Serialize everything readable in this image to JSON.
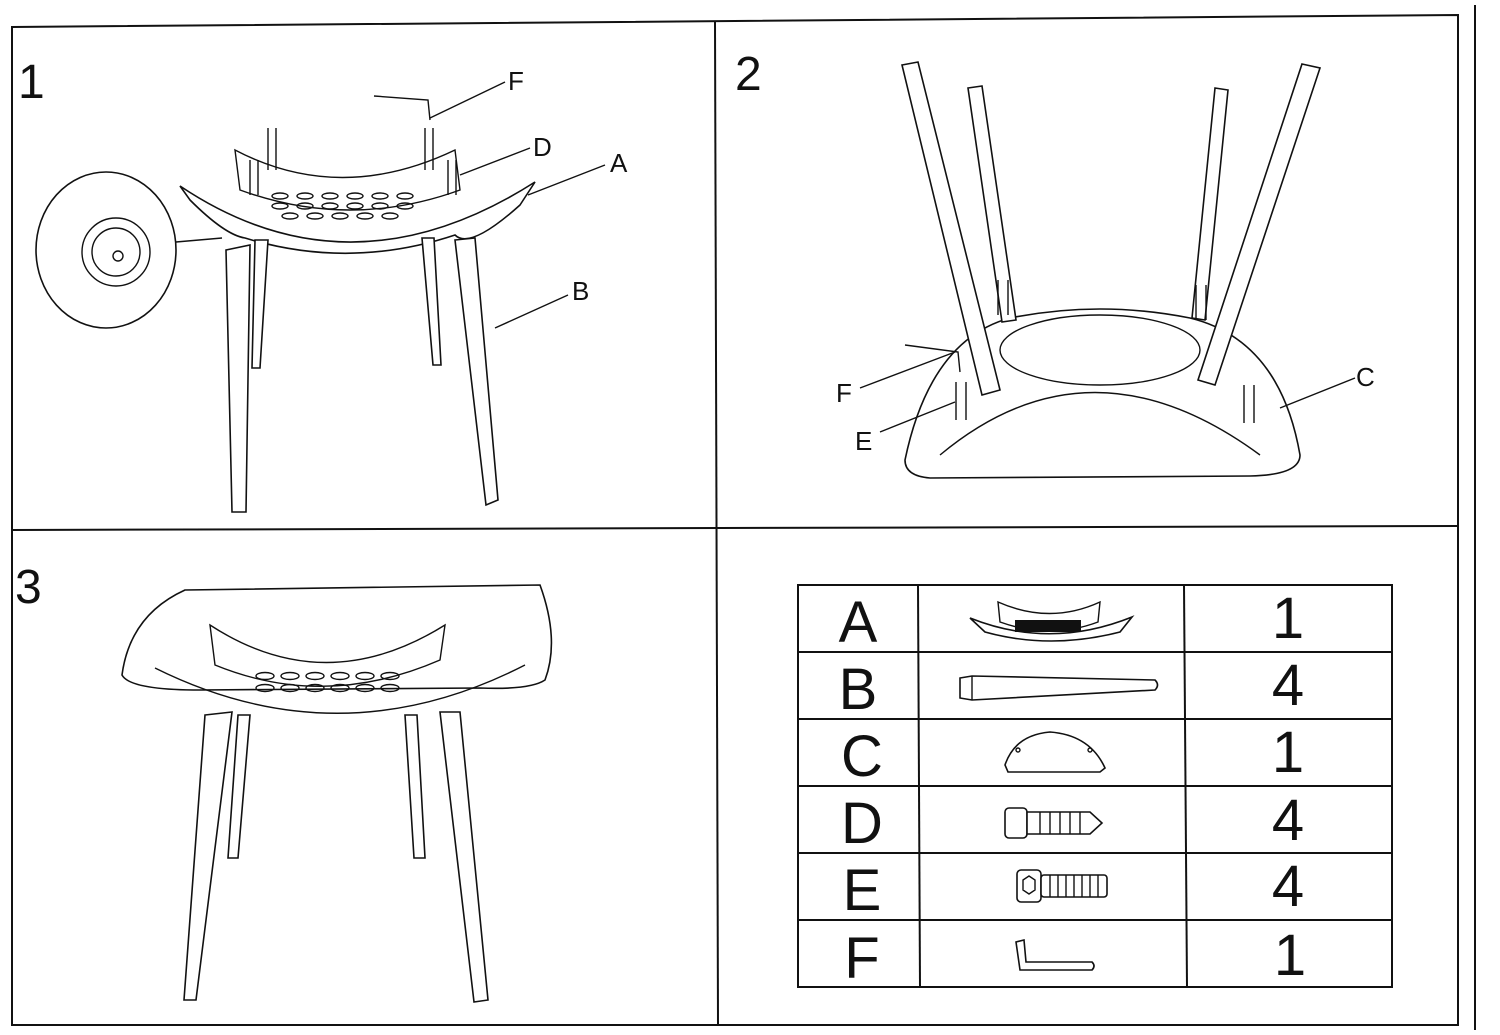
{
  "steps": [
    {
      "number": "1",
      "callouts": [
        "F",
        "D",
        "A",
        "B"
      ]
    },
    {
      "number": "2",
      "callouts": [
        "F",
        "E",
        "C"
      ]
    },
    {
      "number": "3",
      "callouts": []
    }
  ],
  "parts_table": {
    "rows": [
      {
        "letter": "A",
        "part": "seat-frame",
        "qty": "1"
      },
      {
        "letter": "B",
        "part": "leg",
        "qty": "4"
      },
      {
        "letter": "C",
        "part": "seat-panel",
        "qty": "1"
      },
      {
        "letter": "D",
        "part": "pointed-screw",
        "qty": "4"
      },
      {
        "letter": "E",
        "part": "bolt",
        "qty": "4"
      },
      {
        "letter": "F",
        "part": "allen-key",
        "qty": "1"
      }
    ]
  }
}
